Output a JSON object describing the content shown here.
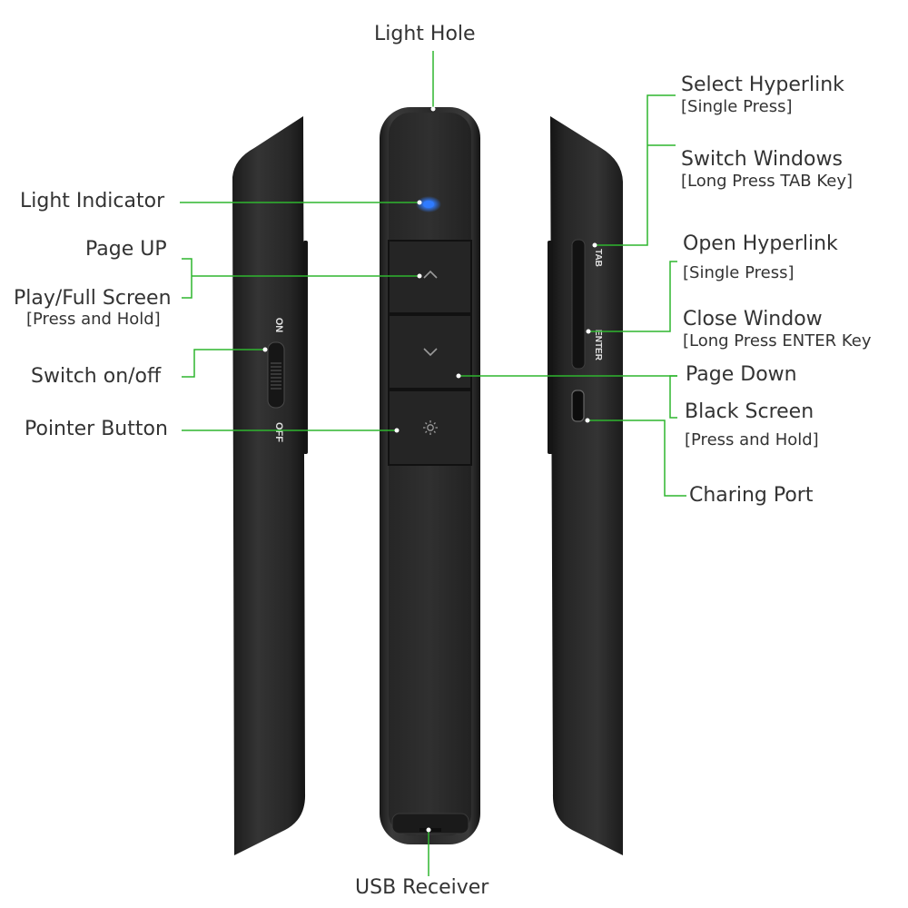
{
  "accent_color": "#2fb52f",
  "indicator_color": "#2f7bff",
  "labels": {
    "light_hole": "Light Hole",
    "light_indicator": "Light Indicator",
    "page_up": "Page UP",
    "play_full_screen": "Play/Full Screen",
    "press_and_hold_1": "[Press and Hold]",
    "switch_on_off": "Switch on/off",
    "pointer_button": "Pointer Button",
    "usb_receiver": "USB  Receiver",
    "select_hyperlink": "Select  Hyperlink",
    "single_press_1": "[Single Press]",
    "switch_windows": "Switch Windows",
    "long_press_tab": "[Long Press TAB Key]",
    "open_hyperlink": "Open  Hyperlink",
    "single_press_2": "[Single Press]",
    "close_window": "Close Window",
    "long_press_enter": "[Long Press ENTER Key",
    "page_down": "Page  Down",
    "black_screen": "Black  Screen",
    "press_and_hold_2": "[Press and Hold]",
    "charging_port": "Charing Port"
  },
  "device": {
    "switch_on": "ON",
    "switch_off": "OFF",
    "tab_key": "TAB",
    "enter_key": "ENTER",
    "up_icon": "chevron-up-icon",
    "down_icon": "chevron-down-icon",
    "pointer_icon": "sun-icon"
  }
}
